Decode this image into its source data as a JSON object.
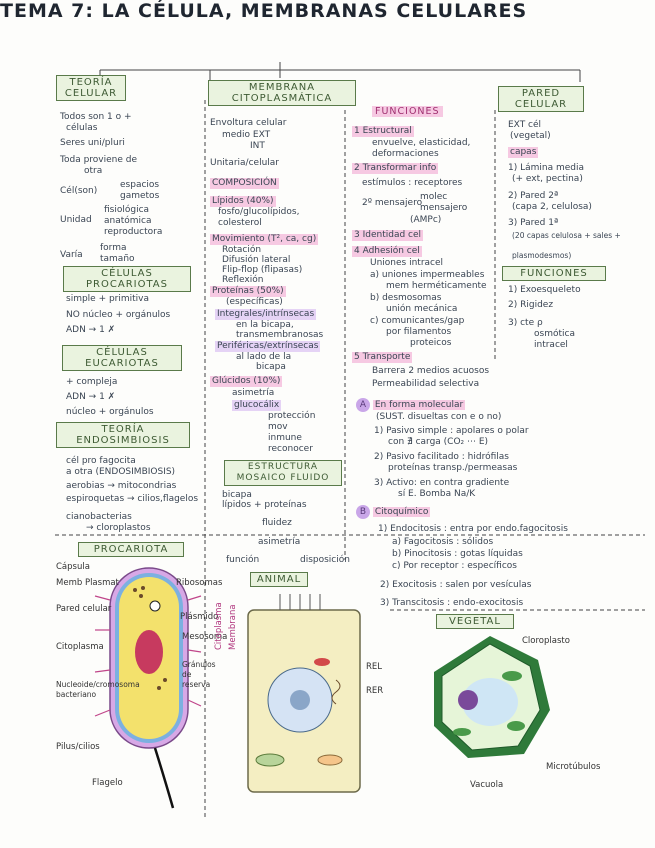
{
  "title": "TEMA 7: LA CÉLULA, MEMBRANAS CELULARES",
  "teoria": {
    "header": "TEORÍA CELULAR",
    "lines": [
      "Todos son 1 o +",
      "células",
      "Seres uni/pluri",
      "Toda proviene de",
      "otra",
      "Cél(son)",
      "espacios",
      "gametos",
      "Unidad",
      "fisiológica",
      "anatómica",
      "reproductora",
      "Varía",
      "forma",
      "tamaño"
    ]
  },
  "procariotas": {
    "header": "CÉLULAS PROCARIOTAS",
    "lines": [
      "simple + primitiva",
      "NO núcleo + orgánulos",
      "ADN → 1 ✗"
    ]
  },
  "eucariotas": {
    "header": "CÉLULAS EUCARIOTAS",
    "lines": [
      "+ compleja",
      "ADN → 1 ✗",
      "núcleo + orgánulos"
    ]
  },
  "endosimbiosis": {
    "header": "TEORÍA ENDOSIMBIOSIS",
    "lines": [
      "cél pro fagocita",
      "a otra (ENDOSIMBIOSIS)",
      "aerobias → mitocondrias",
      "espiroquetas → cilios,flagelos",
      "cianobacterias",
      "→ cloroplastos"
    ]
  },
  "membrana": {
    "header": "MEMBRANA CITOPLASMÁTICA",
    "lines": [
      "Envoltura celular",
      "medio EXT",
      "INT",
      "Unitaria/celular"
    ],
    "composicion": "COMPOSICIÓN",
    "lipidos": [
      "Lípidos (40%)",
      "fosfo/glucolípidos,",
      "colesterol"
    ],
    "movimiento": [
      "Movimiento (T², ca, cg)",
      "Rotación",
      "Difusión lateral",
      "Flip-flop (flipasas)",
      "Reflexión"
    ],
    "proteinas": [
      "Proteínas (50%)",
      "(específicas)",
      "Integrales/intrínsecas",
      "en la bicapa,",
      "transmembranosas",
      "Periféricas/extrínsecas",
      "al lado de la",
      "bicapa"
    ],
    "glucidos": [
      "Glúcidos (10%)",
      "asimetría",
      "glucocálix",
      "protección",
      "mov",
      "inmune",
      "reconocer"
    ],
    "mosaico": "ESTRUCTURA MOSAICO FLUIDO",
    "mosaico_lines": [
      "bicapa",
      "lípidos + proteínas",
      "fluidez",
      "asimetría",
      "función",
      "disposición"
    ]
  },
  "funciones": {
    "header": "FUNCIONES",
    "items": [
      "1 Estructural",
      "envuelve, elasticidad,",
      "deformaciones",
      "2 Transformar info",
      "estímulos : receptores",
      "2º mensajero",
      "molec",
      "mensajero",
      "(AMPc)",
      "3 Identidad cel",
      "4 Adhesión cel",
      "Uniones intracel",
      "a) uniones impermeables",
      "mem herméticamente",
      "b) desmosomas",
      "unión mecánica",
      "c) comunicantes/gap",
      "por filamentos",
      "proteicos",
      "5 Transporte",
      "Barrera 2 medios acuosos",
      "Permeabilidad selectiva"
    ],
    "A": "En forma molecular",
    "A_sub": "(SUST. disueltas con e o no)",
    "A_lines": [
      "1) Pasivo simple : apolares o polar",
      "con ∄ carga (CO₂ ⋯ E)",
      "2) Pasivo facilitado : hidrófilas",
      "proteínas transp./permeasas",
      "3) Activo: en contra gradiente",
      "sí E. Bomba Na/K"
    ],
    "B": "Citoquímico",
    "B_lines": [
      "1) Endocitosis : entra por endo.fagocitosis",
      "a) Fagocitosis : sólidos",
      "b) Pinocitosis : gotas líquidas",
      "c) Por receptor : específicos",
      "2) Exocitosis : salen por vesículas",
      "3) Transcitosis : endo-exocitosis"
    ]
  },
  "pared": {
    "header": "PARED CELULAR",
    "lines": [
      "EXT cél",
      "(vegetal)",
      "capas",
      "1) Lámina media",
      "(+ ext, pectina)",
      "2) Pared 2ª",
      "(capa 2, celulosa)",
      "3) Pared 1ª",
      "(20 capas celulosa + sales +",
      "plasmodesmos)"
    ],
    "funciones_header": "FUNCIONES",
    "funciones": [
      "1) Exoesqueleto",
      "2) Rigidez",
      "3) cte ρ",
      "osmótica",
      "intracel"
    ]
  },
  "procariota_dia": {
    "header": "PROCARIOTA",
    "labels": [
      "Cápsula",
      "Memb Plasmat",
      "Pared celular",
      "Citoplasma",
      "Nucleoide/cromosoma bacteriano",
      "Pilus/cilios",
      "Flagelo",
      "Ribosomas",
      "Plásmido",
      "Mesosoma",
      "Gránulos de reserva"
    ]
  },
  "animal": {
    "header": "ANIMAL",
    "labels": [
      "Citoplasma",
      "Membrana",
      "REL",
      "RER"
    ]
  },
  "vegetal": {
    "header": "VEGETAL",
    "labels": [
      "Cloroplasto",
      "Vacuola",
      "Microtúbulos"
    ]
  }
}
